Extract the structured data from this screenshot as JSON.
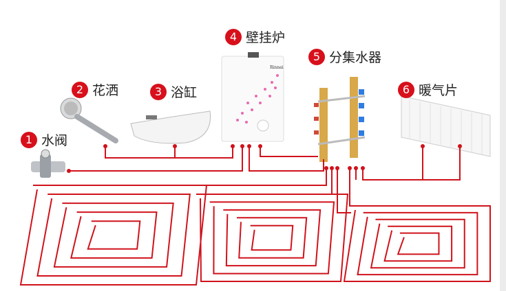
{
  "labels": [
    {
      "num": "1",
      "text": "水阀"
    },
    {
      "num": "2",
      "text": "花洒"
    },
    {
      "num": "3",
      "text": "浴缸"
    },
    {
      "num": "4",
      "text": "壁挂炉"
    },
    {
      "num": "5",
      "text": "分集水器"
    },
    {
      "num": "6",
      "text": "暖气片"
    }
  ],
  "boiler_brand": "Rinnai",
  "colors": {
    "pipe": "#d0121b",
    "badge": "#d7101b"
  }
}
